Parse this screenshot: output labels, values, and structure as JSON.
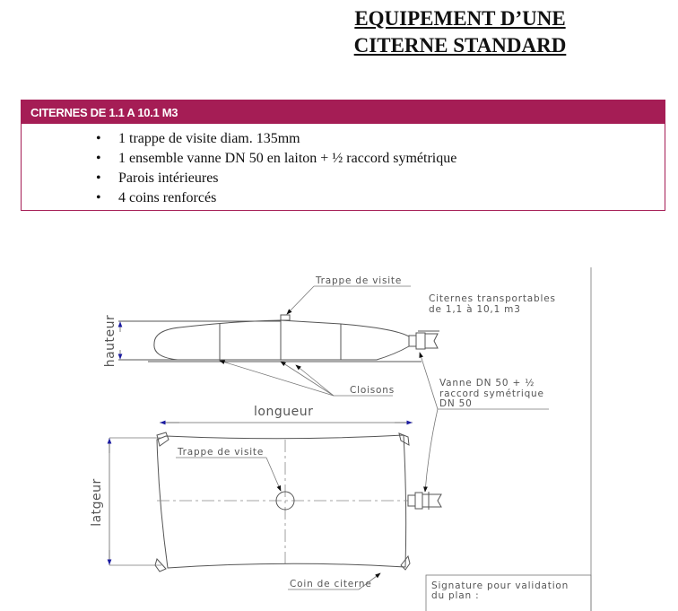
{
  "title": {
    "line1": "EQUIPEMENT D’UNE",
    "line2": "CITERNE STANDARD"
  },
  "spec_box": {
    "header": "CITERNES DE 1.1 A 10.1 M3",
    "items": [
      "1 trappe de visite diam. 135mm",
      "1 ensemble vanne DN 50 en laiton + ½ raccord symétrique",
      "Parois intérieures",
      "4 coins renforcés"
    ],
    "accent_color": "#a51d55"
  },
  "drawing": {
    "trappe_side": "Trappe de visite",
    "citernes_line1": "Citernes transportables",
    "citernes_line2": "de 1,1 à 10,1 m3",
    "hauteur": "hauteur",
    "cloisons": "Cloisons",
    "vanne_line1": "Vanne DN 50 + ½",
    "vanne_line2": "raccord symétrique",
    "vanne_line3": "DN 50",
    "longueur": "longueur",
    "largeur": "latgeur",
    "trappe_top": "Trappe de visite",
    "coin": "Coin de citerne",
    "signature_line1": "Signature pour validation",
    "signature_line2": "du  plan :"
  }
}
